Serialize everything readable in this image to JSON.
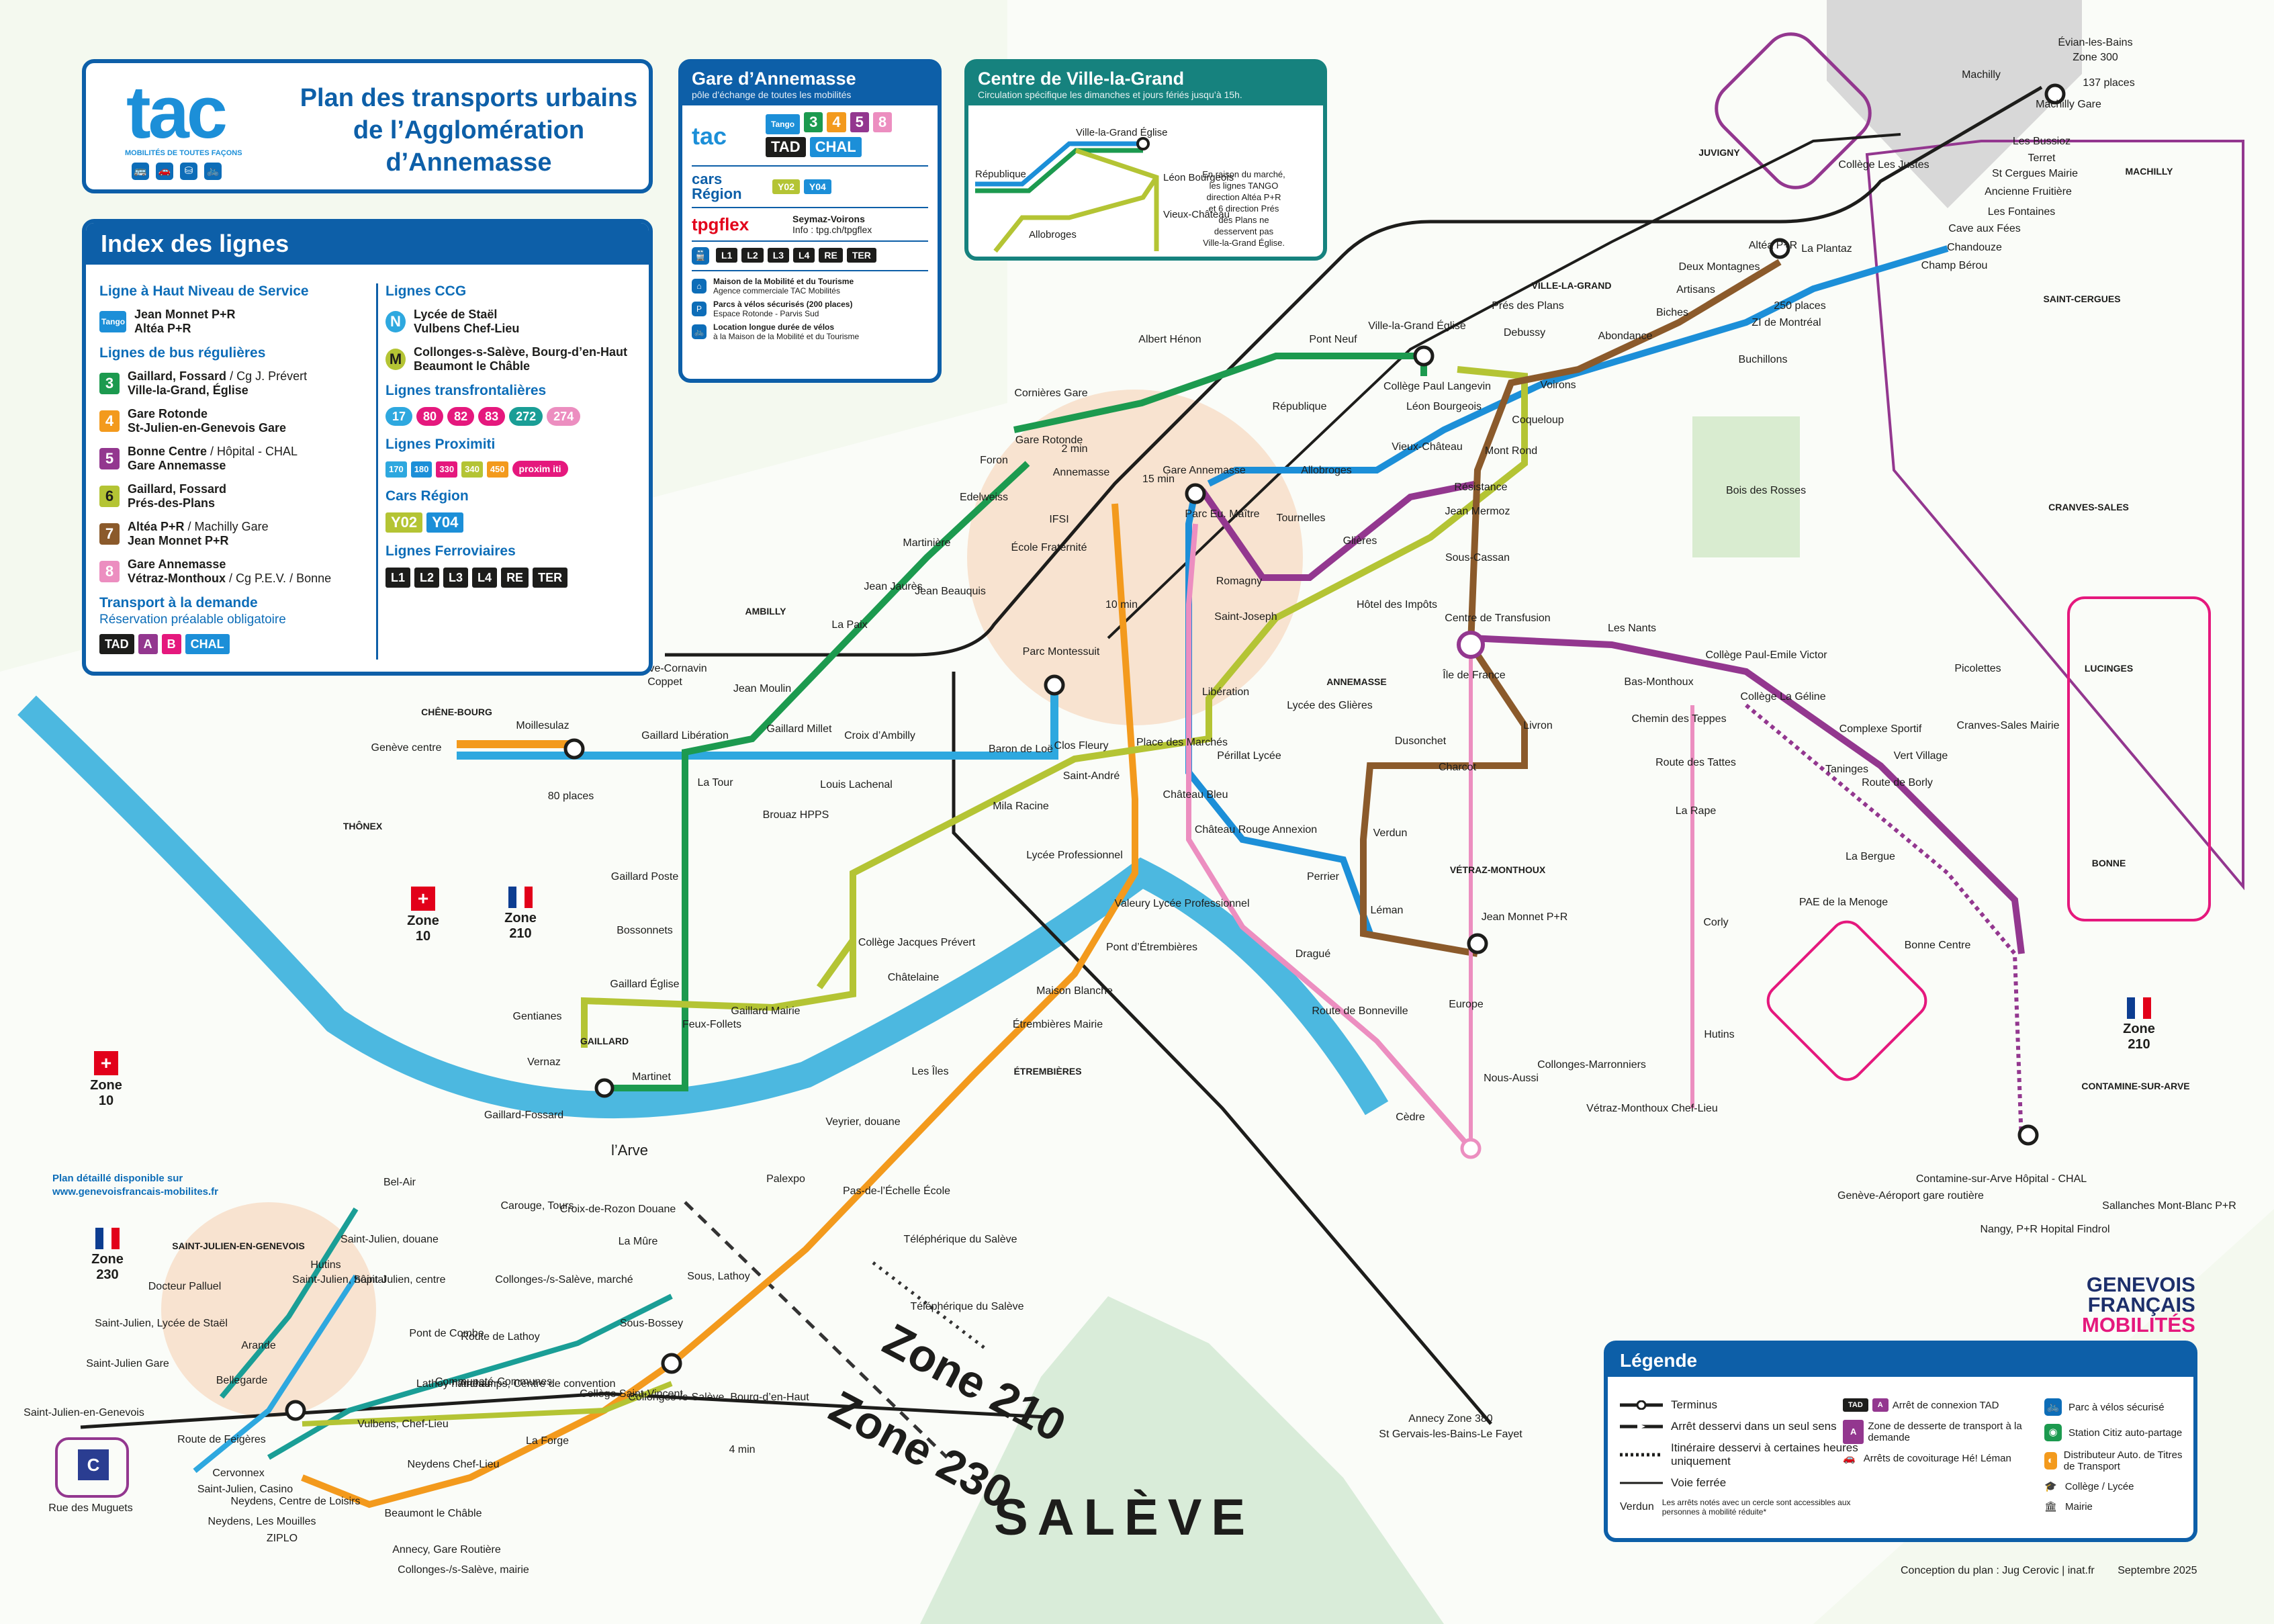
{
  "brand": {
    "logo": "tac",
    "tagline": "MOBILITÉS DE TOUTES FAÇONS"
  },
  "header": {
    "title_line1": "Plan des transports urbains",
    "title_line2": "de l’Agglomération",
    "title_line3": "d’Annemasse"
  },
  "index": {
    "title": "Index des lignes",
    "haut_niveau": {
      "heading": "Ligne à Haut Niveau de Service",
      "badge": "Tango",
      "text1": "Jean Monnet P+R",
      "text2": "Altéa P+R"
    },
    "regular": {
      "heading": "Lignes de bus régulières",
      "lines": [
        {
          "num": "3",
          "color": "#1c9a4f",
          "a": "Gaillard, Fossard",
          "a2": " / Cg J. Prévert",
          "b": "Ville-la-Grand, Église"
        },
        {
          "num": "4",
          "color": "#f39a1d",
          "a": "Gare Rotonde",
          "a2": "",
          "b": "St-Julien-en-Genevois Gare"
        },
        {
          "num": "5",
          "color": "#93378f",
          "a": "Bonne Centre",
          "a2": " / Hôpital - CHAL",
          "b": "Gare Annemasse"
        },
        {
          "num": "6",
          "color": "#b4c434",
          "a": "Gaillard, Fossard",
          "a2": "",
          "b": "Prés-des-Plans"
        },
        {
          "num": "7",
          "color": "#8b5a2b",
          "a": "Altéa P+R",
          "a2": " / Machilly Gare",
          "b": "Jean Monnet P+R"
        },
        {
          "num": "8",
          "color": "#ec8ec0",
          "a": "Gare Annemasse",
          "a2": "",
          "b": "Vétraz-Monthoux",
          "b2": " / Cg P.E.V. / Bonne"
        }
      ]
    },
    "tad": {
      "heading": "Transport à la demande",
      "note": "Réservation préalable obligatoire",
      "labels": [
        "TAD",
        "A",
        "B",
        "CHAL"
      ]
    },
    "ccg": {
      "heading": "Lignes CCG",
      "n": {
        "badge": "N",
        "a": "Lycée de Staël",
        "b": "Vulbens Chef-Lieu"
      },
      "m": {
        "badge": "M",
        "a": "Collonges-s-Salève, Bourg-d’en-Haut",
        "b": "Beaumont le Châble"
      }
    },
    "transfront": {
      "heading": "Lignes transfrontalières",
      "lines": [
        "17",
        "80",
        "82",
        "83",
        "272",
        "274"
      ]
    },
    "proximiti": {
      "heading": "Lignes Proximiti",
      "lines": [
        "170",
        "180",
        "330",
        "340",
        "450"
      ],
      "brand": "proxim iti"
    },
    "cars": {
      "heading": "Cars Région",
      "lines": [
        "Y02",
        "Y04"
      ]
    },
    "rail": {
      "heading": "Lignes Ferroviaires",
      "lines": [
        "L1",
        "L2",
        "L3",
        "L4",
        "RE",
        "TER"
      ]
    }
  },
  "gare_panel": {
    "title": "Gare d’Annemasse",
    "subtitle": "pôle d’échange de toutes les mobilités",
    "tac_lines": [
      "Tango",
      "3",
      "4",
      "5",
      "8",
      "TAD",
      "CHAL"
    ],
    "cars_region": [
      "Y02",
      "Y04"
    ],
    "tpg_info": "Seymaz-Voirons",
    "tpg_url": "Info : tpg.ch/tpgflex",
    "rail": [
      "L1",
      "L2",
      "L3",
      "L4",
      "RE",
      "TER"
    ],
    "services": [
      {
        "a": "Maison de la Mobilité et du Tourisme",
        "b": "Agence commerciale TAC Mobilités"
      },
      {
        "a": "Parcs à vélos sécurisés (200 places)",
        "b": "Espace Rotonde - Parvis Sud"
      },
      {
        "a": "Location longue durée de vélos",
        "b": "à la Maison de la Mobilité et du Tourisme"
      }
    ]
  },
  "centre_panel": {
    "title": "Centre de Ville-la-Grand",
    "subtitle": "Circulation spécifique les dimanches et jours fériés jusqu’à 15h.",
    "stops": [
      "Ville-la-Grand Église",
      "République",
      "Léon Bourgeois",
      "Vieux-Château",
      "Allobroges"
    ],
    "note": [
      "En raison du marché,",
      "les lignes TANGO",
      "direction Altéa P+R",
      "et 6 direction Prés",
      "des Plans ne",
      "desservent pas",
      "Ville-la-Grand Église."
    ]
  },
  "legend": {
    "title": "Légende",
    "items": [
      "Terminus",
      "Arrêt desservi dans un seul sens",
      "Itinéraire desservi à certaines heures uniquement",
      "Voie ferrée",
      "Les arrêts notés avec un cercle sont accessibles aux personnes à mobilité réduite*",
      "Arrêt de connexion TAD",
      "Zone de desserte de transport à la demande",
      "Arrêts de covoiturage Hé! Léman",
      "Parc à vélos sécurisé",
      "Station Citiz auto-partage",
      "Distributeur Auto. de Titres de Transport",
      "Collège / Lycée",
      "Mairie"
    ],
    "verdun": "Verdun"
  },
  "credits": {
    "author": "Conception du plan : Jug Cerovic | inat.fr",
    "date": "Septembre 2025"
  },
  "partner": {
    "l1": "GENEVOIS",
    "l2": "FRANÇAIS",
    "l3": "MOBILITÉS"
  },
  "detail": {
    "l1": "Plan détaillé disponible sur",
    "l2": "www.genevoisfrancais-mobilites.fr"
  },
  "zones": {
    "z10a": "Zone 10",
    "z210a": "Zone 210",
    "z10b": "Zone 10",
    "z230": "Zone 230",
    "z210b": "Zone 210",
    "big210": "Zone 210",
    "big230": "Zone 230"
  },
  "map_labels": {
    "saleve": "SALÈVE",
    "arve": "l’Arve",
    "bois_rosses": "Bois des Rosses",
    "communes": [
      "CHÊNE-BOURG",
      "THÔNEX",
      "AMBILLY",
      "GAILLARD",
      "ÉTREMBIÈRES",
      "ANNEMASSE",
      "VÉTRAZ-MONTHOUX",
      "VILLE-LA-GRAND",
      "JUVIGNY",
      "MACHILLY",
      "SAINT-CERGUES",
      "CRANVES-SALES",
      "LUCINGES",
      "BONNE",
      "CONTAMINE-SUR-ARVE",
      "SAINT-JULIEN-EN-GENEVOIS"
    ],
    "places": [
      {
        "t": "Évian-les-Bains"
      },
      {
        "t": "Zone 300"
      },
      {
        "t": "Machilly"
      },
      {
        "t": "137 places"
      },
      {
        "t": "Machilly Gare"
      },
      {
        "t": "Les Bussioz"
      },
      {
        "t": "Terret"
      },
      {
        "t": "St Cergues Mairie"
      },
      {
        "t": "Ancienne Fruitière"
      },
      {
        "t": "Les Fontaines"
      },
      {
        "t": "Cave aux Fées"
      },
      {
        "t": "Chandouze"
      },
      {
        "t": "Champ Bérou"
      },
      {
        "t": "Collège Les Justes"
      },
      {
        "t": "La Plantaz"
      },
      {
        "t": "Altéa P+R"
      },
      {
        "t": "250 places"
      },
      {
        "t": "ZI de Montréal"
      },
      {
        "t": "Buchillons"
      },
      {
        "t": "Deux Montagnes"
      },
      {
        "t": "Artisans"
      },
      {
        "t": "Biches"
      },
      {
        "t": "Abondance"
      },
      {
        "t": "Voirons"
      },
      {
        "t": "Coqueloup"
      },
      {
        "t": "Mont Rond"
      },
      {
        "t": "Prés des Plans"
      },
      {
        "t": "Debussy"
      },
      {
        "t": "Ville-la-Grand Église"
      },
      {
        "t": "Collège Paul Langevin"
      },
      {
        "t": "Léon Bourgeois"
      },
      {
        "t": "Vieux-Château"
      },
      {
        "t": "Albert Hénon"
      },
      {
        "t": "Pont Neuf"
      },
      {
        "t": "République"
      },
      {
        "t": "Cornières Gare"
      },
      {
        "t": "Gare Rotonde"
      },
      {
        "t": "Foron"
      },
      {
        "t": "Annemasse"
      },
      {
        "t": "Gare Annemasse"
      },
      {
        "t": "Parc Eu. Maître"
      },
      {
        "t": "Allobroges"
      },
      {
        "t": "Résistance"
      },
      {
        "t": "Jean Mermoz"
      },
      {
        "t": "Sous-Cassan"
      },
      {
        "t": "Tournelles"
      },
      {
        "t": "Glières"
      },
      {
        "t": "Hôtel des Impôts"
      },
      {
        "t": "Centre de Transfusion"
      },
      {
        "t": "Île de France"
      },
      {
        "t": "Livron"
      },
      {
        "t": "Les Nants"
      },
      {
        "t": "Bas-Monthoux"
      },
      {
        "t": "Chemin des Teppes"
      },
      {
        "t": "Collège Paul-Emile Victor"
      },
      {
        "t": "Collège La Géline"
      },
      {
        "t": "Picolettes"
      },
      {
        "t": "Cranves-Sales Mairie"
      },
      {
        "t": "Complexe Sportif"
      },
      {
        "t": "Vert Village"
      },
      {
        "t": "Taninges"
      },
      {
        "t": "Route de Borly"
      },
      {
        "t": "Route des Tattes"
      },
      {
        "t": "La Rape"
      },
      {
        "t": "Corly"
      },
      {
        "t": "La Bergue"
      },
      {
        "t": "PAE de la Menoge"
      },
      {
        "t": "Bonne Centre"
      },
      {
        "t": "Hutins"
      },
      {
        "t": "Edelweiss"
      },
      {
        "t": "IFSI"
      },
      {
        "t": "École Fraternité"
      },
      {
        "t": "Martinière"
      },
      {
        "t": "Jean Jaurès"
      },
      {
        "t": "La Paix"
      },
      {
        "t": "Jean Beauquis"
      },
      {
        "t": "Romagny"
      },
      {
        "t": "Saint-Joseph"
      },
      {
        "t": "Parc Montessuit"
      },
      {
        "t": "Libération"
      },
      {
        "t": "Lycée des Glières"
      },
      {
        "t": "Dusonchet"
      },
      {
        "t": "Charcot"
      },
      {
        "t": "Verdun"
      },
      {
        "t": "Léman"
      },
      {
        "t": "Perrier"
      },
      {
        "t": "Château Rouge Annexion"
      },
      {
        "t": "Périllat Lycée"
      },
      {
        "t": "Jean Monnet P+R"
      },
      {
        "t": "Genève-Cornavin"
      },
      {
        "t": "Coppet"
      },
      {
        "t": "Jean Moulin"
      },
      {
        "t": "Gaillard Millet"
      },
      {
        "t": "Croix d’Ambilly"
      },
      {
        "t": "Gaillard Libération"
      },
      {
        "t": "Moillesulaz"
      },
      {
        "t": "Genève centre"
      },
      {
        "t": "80 places"
      },
      {
        "t": "La Tour"
      },
      {
        "t": "Louis Lachenal"
      },
      {
        "t": "Baron de Loë"
      },
      {
        "t": "Clos Fleury"
      },
      {
        "t": "Place des Marchés"
      },
      {
        "t": "Saint-André"
      },
      {
        "t": "Château Bleu"
      },
      {
        "t": "Brouaz HPPS"
      },
      {
        "t": "Mila Racine"
      },
      {
        "t": "Lycée Professionnel"
      },
      {
        "t": "Valeury Lycée Professionnel"
      },
      {
        "t": "Gaillard Poste"
      },
      {
        "t": "Bossonnets"
      },
      {
        "t": "Collège Jacques Prévert"
      },
      {
        "t": "Châtelaine"
      },
      {
        "t": "Pont d’Étrembières"
      },
      {
        "t": "Dragué"
      },
      {
        "t": "Gaillard Église"
      },
      {
        "t": "Gentianes"
      },
      {
        "t": "Gaillard Mairie"
      },
      {
        "t": "Vernaz"
      },
      {
        "t": "Feux-Follets"
      },
      {
        "t": "Martinet"
      },
      {
        "t": "Gaillard-Fossard"
      },
      {
        "t": "Maison Blanche"
      },
      {
        "t": "Étrembières Mairie"
      },
      {
        "t": "Les Îles"
      },
      {
        "t": "Veyrier, douane"
      },
      {
        "t": "Palexpo"
      },
      {
        "t": "Route de Bonneville"
      },
      {
        "t": "Europe"
      },
      {
        "t": "Nous-Aussi"
      },
      {
        "t": "Collonges-Marronniers"
      },
      {
        "t": "Cèdre"
      },
      {
        "t": "Vétraz-Monthoux Chef-Lieu"
      },
      {
        "t": "Contamine-sur-Arve Hôpital - CHAL"
      },
      {
        "t": "Genève-Aéroport gare routière"
      },
      {
        "t": "Nangy, P+R Hopital Findrol"
      },
      {
        "t": "Sallanches Mont-Blanc P+R"
      },
      {
        "t": "Pas-de-l’Échelle École"
      },
      {
        "t": "Téléphérique du Salève"
      },
      {
        "t": "Téléphérique du Salève"
      },
      {
        "t": "Annecy Zone 380"
      },
      {
        "t": "St Gervais-les-Bains-Le Fayet"
      },
      {
        "t": "Bel-Air"
      },
      {
        "t": "Saint-Julien, douane"
      },
      {
        "t": "Saint-Julien, centre"
      },
      {
        "t": "Hutins"
      },
      {
        "t": "Saint-Julien, hôpital"
      },
      {
        "t": "Docteur Palluel"
      },
      {
        "t": "Saint-Julien, Lycée de Staël"
      },
      {
        "t": "Saint-Julien Gare"
      },
      {
        "t": "Arande"
      },
      {
        "t": "Bellegarde"
      },
      {
        "t": "Saint-Julien-en-Genevois"
      },
      {
        "t": "Vulbens, Chef-Lieu"
      },
      {
        "t": "Rue des Muguets"
      },
      {
        "t": "Route de Feigères"
      },
      {
        "t": "Cervonnex"
      },
      {
        "t": "Saint-Julien, Casino"
      },
      {
        "t": "Neydens, Centre de Loisirs"
      },
      {
        "t": "Neydens, Les Mouilles"
      },
      {
        "t": "ZIPLO"
      },
      {
        "t": "Carouge, Tours"
      },
      {
        "t": "Croix-de-Rozon Douane"
      },
      {
        "t": "La Mûre"
      },
      {
        "t": "Collonges-/s-Salève, marché"
      },
      {
        "t": "Sous-Bossey"
      },
      {
        "t": "Sous, Lathoy"
      },
      {
        "t": "Pont de Combe"
      },
      {
        "t": "Route de Lathoy"
      },
      {
        "t": "Lathoy hameau"
      },
      {
        "t": "Communaté-Communes"
      },
      {
        "t": "Archamps, Centre de convention"
      },
      {
        "t": "La Forge"
      },
      {
        "t": "Neydens Chef-Lieu"
      },
      {
        "t": "Beaumont le Châble"
      },
      {
        "t": "Annecy, Gare Routière"
      },
      {
        "t": "Collonges-/s-Salève, mairie"
      },
      {
        "t": "Collège Saint-Vincent"
      },
      {
        "t": "Collonges-/s-Salève, Bourg-d’en-Haut"
      },
      {
        "t": "4 min"
      },
      {
        "t": "2 min"
      },
      {
        "t": "15 min"
      },
      {
        "t": "10 min"
      }
    ]
  },
  "colors": {
    "blue": "#0d5fa8",
    "tango": "#1c8fd8",
    "l3": "#1c9a4f",
    "l4": "#f39a1d",
    "l5": "#93378f",
    "l6": "#b4c434",
    "l7": "#8b5a2b",
    "l8": "#ec8ec0",
    "teal": "#1a9e96",
    "l17": "#2ea8df"
  }
}
